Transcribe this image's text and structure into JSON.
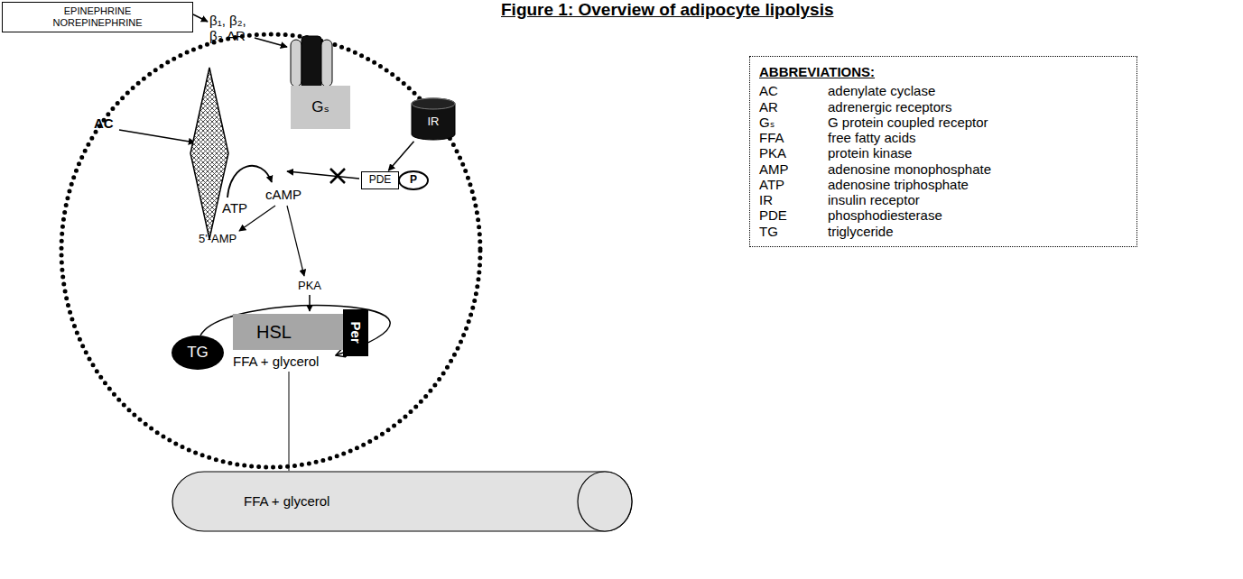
{
  "diagram": {
    "title": "Figure 1: Overview of adipocyte lipolysis",
    "nodes": [
      {
        "text": [
          "EPINEPHRINE",
          "NOREPINEPHRINE"
        ]
      },
      {
        "text": [
          "Gₛ"
        ]
      },
      {
        "text": [
          "IR"
        ]
      },
      {
        "text": [
          "PDE"
        ]
      },
      {
        "text": [
          "P"
        ]
      },
      {
        "text": [
          "HSL"
        ]
      },
      {
        "text": [
          "Per"
        ]
      },
      {
        "text": [
          "TG"
        ]
      },
      {
        "text": [
          "FFA + glycerol"
        ]
      },
      {
        "text": [
          "ABBREVIATIONS:",
          "AC",
          "adenylate cyclase",
          "AR",
          "adrenergic receptors",
          "Gₛ",
          "G protein coupled receptor",
          "FFA",
          "free fatty acids",
          "PKA",
          "protein kinase",
          "AMP",
          "adenosine monophosphate",
          "ATP",
          "adenosine triphosphate",
          "IR",
          "insulin receptor",
          "PDE",
          "phosphodiesterase",
          "TG",
          "triglyceride"
        ]
      }
    ],
    "edges": [
      {
        "from": 2,
        "to": 3,
        "arrow": "to"
      }
    ],
    "labels": [
      "β₁, β₂, β₃ AR",
      "AC",
      "ATP",
      "cAMP",
      "5'-AMP",
      "PKA",
      "FFA + glycerol"
    ]
  }
}
